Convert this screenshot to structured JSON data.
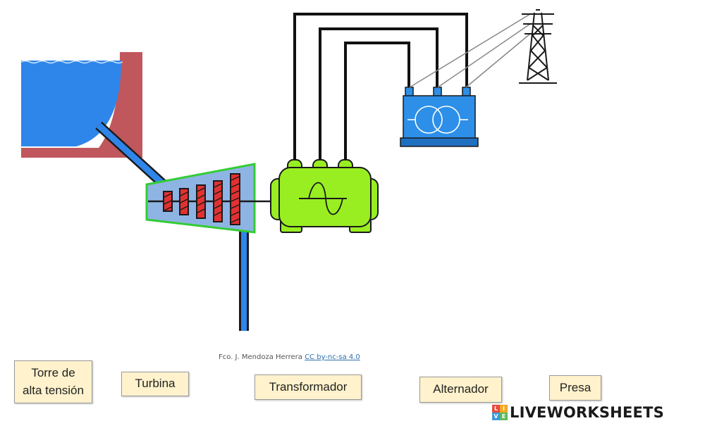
{
  "labels": {
    "torre_line1": "Torre de",
    "torre_line2": "alta tensión",
    "turbina": "Turbina",
    "transformador": "Transformador",
    "alternador": "Alternador",
    "presa": "Presa"
  },
  "credit": {
    "author": "Fco. J. Mendoza Herrera",
    "license": "CC by-nc-sa 4.0"
  },
  "brand": {
    "name": "LIVEWORKSHEETS",
    "logo_letters": [
      "L",
      "I",
      "V",
      "E"
    ]
  },
  "colors": {
    "water": "#2f86ea",
    "dam": "#c0575c",
    "turbine_fill": "#8eb4e3",
    "turbine_outline": "#33cc33",
    "blades": "#e23131",
    "alternator": "#99ee22",
    "transformer": "#2d8fe8",
    "wire": "#111111"
  }
}
